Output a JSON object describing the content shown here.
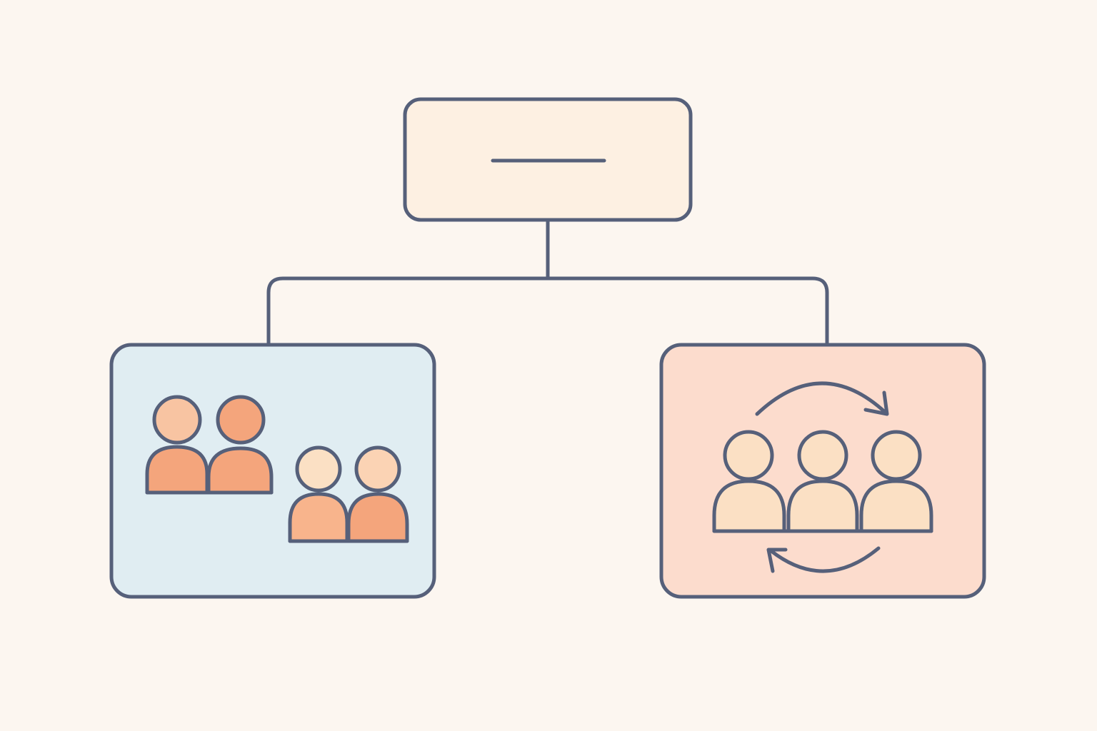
{
  "diagram": {
    "type": "hierarchy",
    "root": {
      "label": "",
      "content_icon": "dash-line"
    },
    "children": [
      {
        "id": "left",
        "icon": "two-pairs-of-people-icon",
        "people_groups": 2,
        "people_per_group": 2
      },
      {
        "id": "right",
        "icon": "rotating-team-icon",
        "people_count": 3,
        "has_cycle_arrows": true
      }
    ]
  },
  "colors": {
    "background": "#fcf6f0",
    "stroke": "#56607a",
    "root_fill": "#fdf0e2",
    "left_box_fill": "#e0edf2",
    "right_box_fill": "#fcdccd",
    "person_orange": "#f4a57c",
    "person_light_orange": "#f8c4a2",
    "person_pale": "#fbe0c4"
  }
}
